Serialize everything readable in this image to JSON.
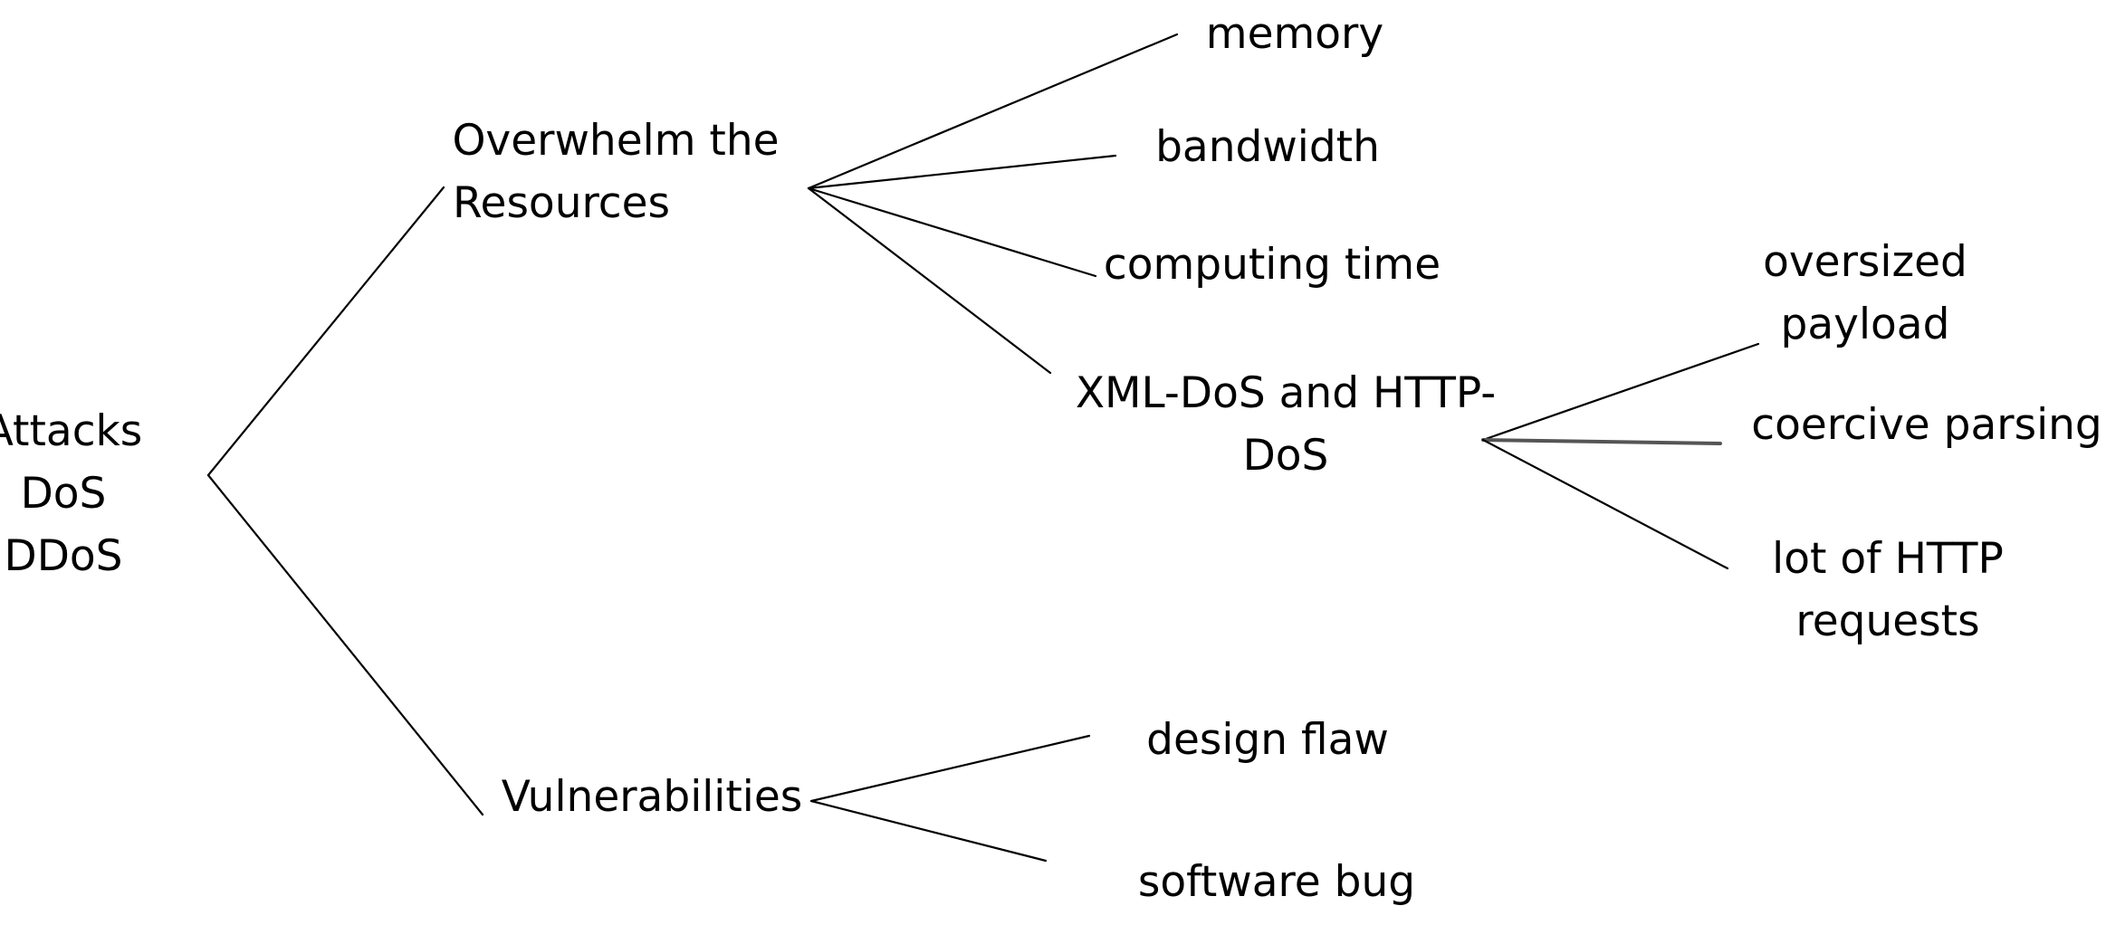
{
  "colors": {
    "background": "#ffffff",
    "text": "#000000",
    "line": "#000000"
  },
  "diagram": {
    "root": {
      "lines": [
        "Attacks",
        "DoS",
        "DDoS"
      ]
    },
    "branches": [
      {
        "lines": [
          "Overwhelm the",
          "Resources"
        ],
        "children": [
          {
            "lines": [
              "memory"
            ]
          },
          {
            "lines": [
              "bandwidth"
            ]
          },
          {
            "lines": [
              "computing time"
            ]
          },
          {
            "lines": [
              "XML-DoS and HTTP-",
              "DoS"
            ],
            "children": [
              {
                "lines": [
                  "oversized",
                  "payload"
                ]
              },
              {
                "lines": [
                  "coercive parsing"
                ]
              },
              {
                "lines": [
                  "lot of  HTTP",
                  "requests"
                ]
              }
            ]
          }
        ]
      },
      {
        "lines": [
          "Vulnerabilities"
        ],
        "children": [
          {
            "lines": [
              "design flaw"
            ]
          },
          {
            "lines": [
              "software bug"
            ]
          }
        ]
      }
    ]
  }
}
